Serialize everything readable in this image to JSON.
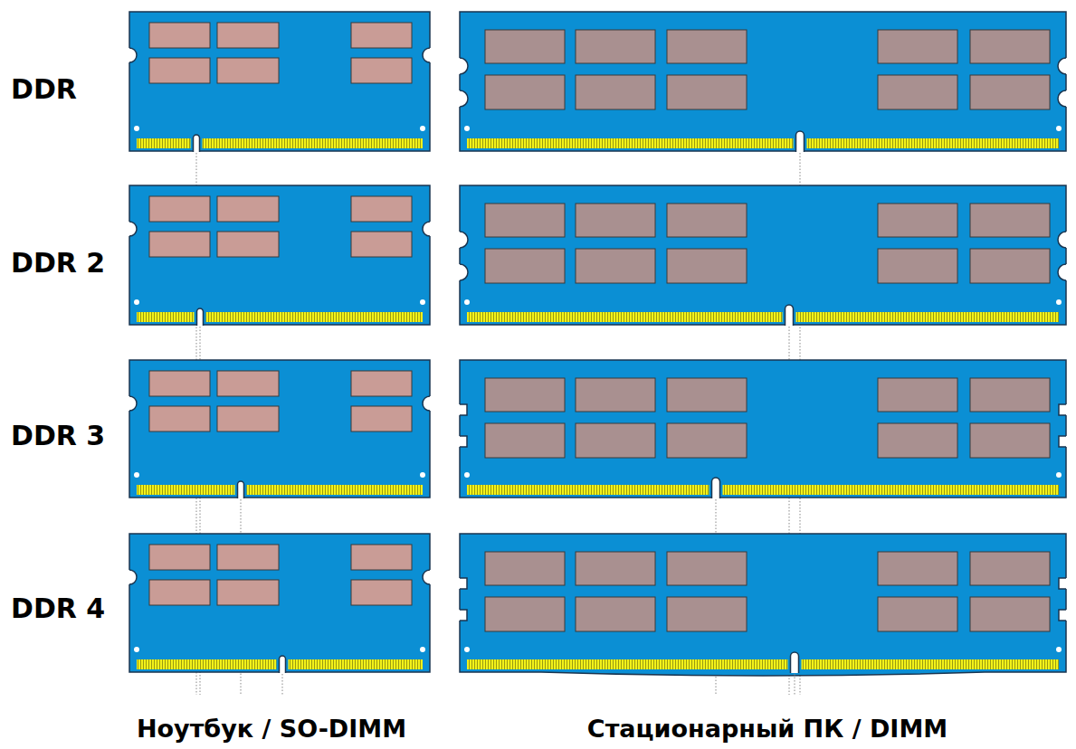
{
  "diagram": {
    "labels": [
      "DDR",
      "DDR 2",
      "DDR 3",
      "DDR 4",
      "Ноутбук / SO-DIMM",
      "Стационарный ПК / DIMM"
    ]
  }
}
